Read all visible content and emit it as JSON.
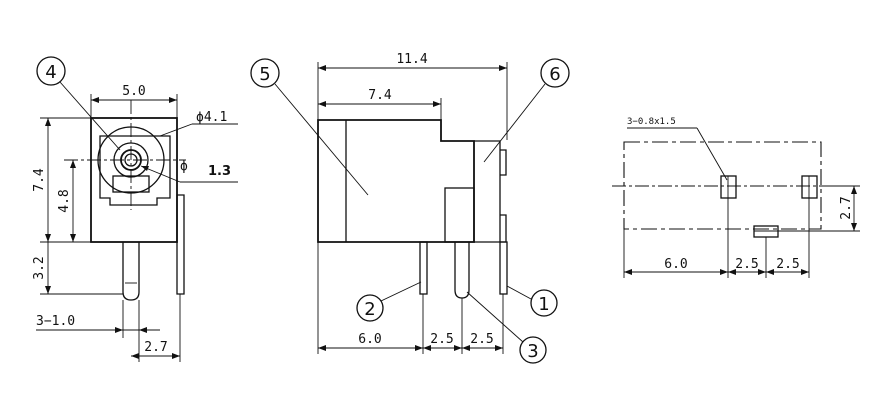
{
  "dims": {
    "front_width": "5.0",
    "front_hole_outer": "ϕ4.1",
    "front_hole_inner_symbol": "ϕ",
    "front_hole_inner": "1.3",
    "front_height": "7.4",
    "front_center_height": "4.8",
    "front_pin_length": "3.2",
    "front_pin_width": "3−1.0",
    "front_pin_spacing": "2.7",
    "side_total": "11.4",
    "side_body": "7.4",
    "side_pitch_a": "6.0",
    "side_pitch_b": "2.5",
    "side_pitch_c": "2.5",
    "pcb_slot_label": "3−0.8x1.5",
    "pcb_pitch_a": "6.0",
    "pcb_pitch_b": "2.5",
    "pcb_pitch_c": "2.5",
    "pcb_offset": "2.7"
  },
  "callouts": {
    "c1": "1",
    "c2": "2",
    "c3": "3",
    "c4": "4",
    "c5": "5",
    "c6": "6"
  }
}
